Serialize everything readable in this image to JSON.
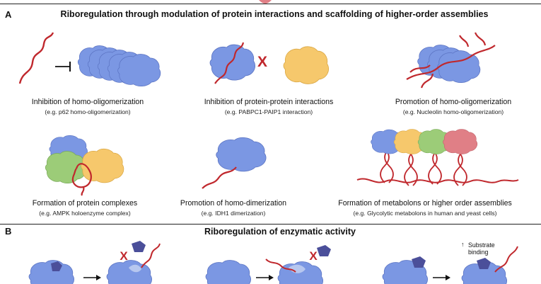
{
  "panel_a": {
    "letter": "A",
    "title": "Riboregulation through modulation of protein interactions and scaffolding of higher-order assemblies",
    "items": [
      {
        "caption": "Inhibition of homo-oligomerization",
        "example": "(e.g. p62 homo-oligomerization)"
      },
      {
        "caption": "Inhibition of protein-protein interactions",
        "example": "(e.g. PABPC1-PAIP1 interaction)"
      },
      {
        "caption": "Promotion of homo-oligomerization",
        "example": "(e.g. Nucleolin homo-oligomerization)"
      },
      {
        "caption": "Formation of protein complexes",
        "example": "(e.g. AMPK holoenzyme complex)"
      },
      {
        "caption": "Promotion of homo-dimerization",
        "example": "(e.g. IDH1 dimerization)"
      },
      {
        "caption": "Formation of metabolons or higher order assemblies",
        "example": "(e.g. Glycolytic metabolons in human and yeast cells)"
      }
    ],
    "cross_mark": "X"
  },
  "panel_b": {
    "letter": "B",
    "title": "Riboregulation of enzymatic activity",
    "cross_mark": "X",
    "substrate_note": "Substrate binding",
    "arrow_up": "↑"
  },
  "colors": {
    "blue": "#7b97e3",
    "rna": "#c0282d",
    "yellow": "#f6c86c",
    "green": "#9ccc78",
    "pink": "#e07f86",
    "purple": "#4b4f9a"
  }
}
